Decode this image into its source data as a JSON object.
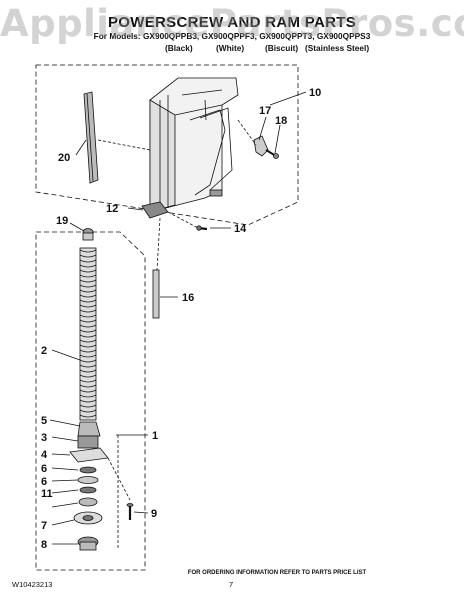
{
  "watermark": "AppliancePartsPros.com",
  "title": "POWERSCREW AND RAM PARTS",
  "models_line": "For Models: GX900QPPB3, GX900QPPF3, GX900QPPT3, GX900QPPS3",
  "colors": [
    "(Black)",
    "(White)",
    "(Biscuit)",
    "(Stainless Steel)"
  ],
  "callouts": [
    "1",
    "2",
    "3",
    "4",
    "5",
    "6",
    "6",
    "7",
    "8",
    "9",
    "10",
    "11",
    "12",
    "14",
    "16",
    "17",
    "18",
    "19",
    "20"
  ],
  "footer_note": "FOR ORDERING INFORMATION REFER TO PARTS PRICE LIST",
  "doc_number": "W10423213",
  "page_number": "7"
}
